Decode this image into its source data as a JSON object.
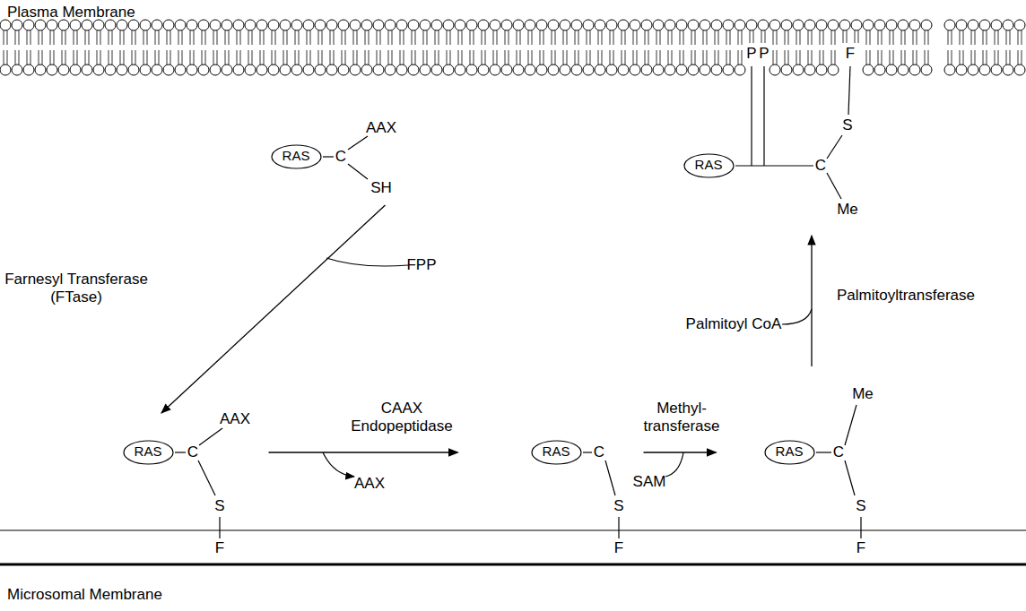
{
  "diagram": {
    "nodes": [
      {
        "text": [
          "RAS"
        ]
      },
      {
        "text": [
          "RAS"
        ]
      },
      {
        "text": [
          "RAS"
        ]
      },
      {
        "text": [
          "RAS"
        ]
      },
      {
        "text": [
          "RAS"
        ]
      }
    ],
    "edges": [
      {
        "from": 0,
        "to": 1,
        "arrow": "to"
      },
      {
        "from": 1,
        "to": 2,
        "arrow": "to"
      },
      {
        "from": 2,
        "to": 3,
        "arrow": "to"
      },
      {
        "from": 3,
        "to": 4,
        "arrow": "to"
      }
    ],
    "labels": [
      "Plasma Membrane",
      "C",
      "AAX",
      "SH",
      "Farnesyl Transferase (FTase)",
      "FPP",
      "C",
      "AAX",
      "S",
      "F",
      "CAAX Endopeptidase",
      "AAX",
      "C",
      "S",
      "F",
      "Methyl- transferase",
      "SAM",
      "C",
      "Me",
      "S",
      "F",
      "Palmitoyl CoA",
      "Palmitoyltransferase",
      "P",
      "P",
      "C",
      "S",
      "F",
      "Me",
      "Microsomal Membrane"
    ]
  }
}
